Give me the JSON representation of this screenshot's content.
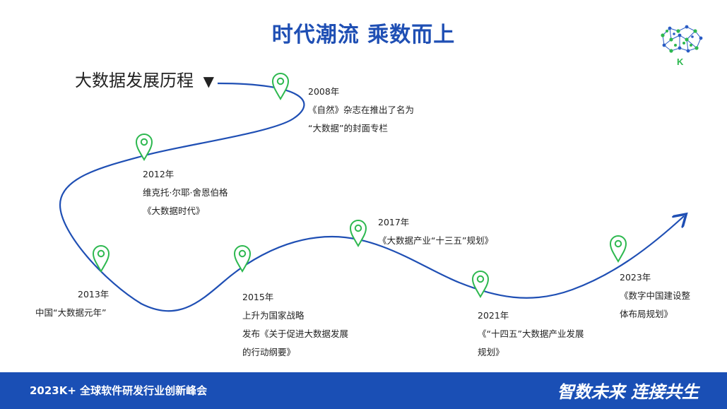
{
  "slide": {
    "title": "时代潮流 乘数而上",
    "subtitle": "大数据发展历程",
    "subtitle_marker": "▼",
    "logo_letter": "K",
    "colors": {
      "brand_blue": "#1f4fb4",
      "pin_green": "#2db84f",
      "footer_blue": "#1a4fb5"
    }
  },
  "timeline": [
    {
      "year": "2008年",
      "lines": [
        "《自然》杂志在推出了名为",
        "“大数据”的封面专栏"
      ]
    },
    {
      "year": "2012年",
      "lines": [
        "维克托·尔耶·舍恩伯格",
        "《大数据时代》"
      ]
    },
    {
      "year": "2013年",
      "lines": [
        "中国“大数据元年”"
      ]
    },
    {
      "year": "2015年",
      "lines": [
        "上升为国家战略",
        "发布《关于促进大数据发展",
        "的行动纲要》"
      ]
    },
    {
      "year": "2017年",
      "lines": [
        "《大数据产业“十三五”规划》"
      ]
    },
    {
      "year": "2021年",
      "lines": [
        "《“十四五”大数据产业发展",
        "规划》"
      ]
    },
    {
      "year": "2023年",
      "lines": [
        "《数字中国建设整",
        "体布局规划》"
      ]
    }
  ],
  "footer": {
    "left_text": "2023K+ 全球软件研发行业创新峰会",
    "right_text": "智数未来 连接共生"
  }
}
